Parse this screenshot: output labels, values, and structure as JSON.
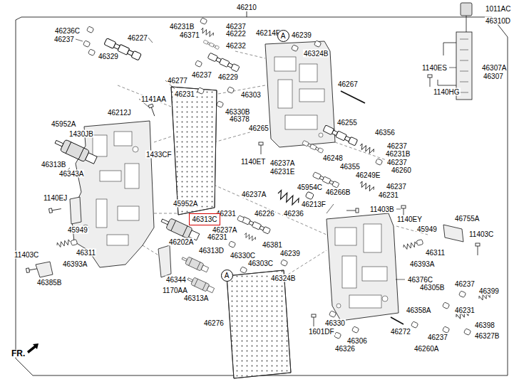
{
  "diagram": {
    "nodes": [
      {
        "text": [
          "A"
        ]
      },
      {
        "text": [
          "46313C"
        ]
      },
      {
        "text": [
          "A"
        ]
      }
    ],
    "labels": [
      "46210",
      "1011AC",
      "46310D",
      "46236C",
      "46237",
      "46227",
      "46329",
      "46231B",
      "46237",
      "46371",
      "46222",
      "46214F",
      "46239",
      "46324B",
      "46232",
      "46237",
      "46229",
      "46307A",
      "46307",
      "1140ES",
      "1140HG",
      "46277",
      "46231",
      "46303",
      "1141AA",
      "46267",
      "46212J",
      "46330B",
      "46378",
      "46265",
      "46255",
      "46356",
      "45952A",
      "1430JB",
      "46237",
      "46231B",
      "46248",
      "46355",
      "46237",
      "46260",
      "46249E",
      "1433CF",
      "1140ET",
      "46237A",
      "46231E",
      "46313B",
      "46343A",
      "46237",
      "46266B",
      "46231",
      "46237A",
      "45954C",
      "1140EJ",
      "45952A",
      "46213F",
      "11403B",
      "46231",
      "46226",
      "46236",
      "1140EY",
      "46755A",
      "46237A",
      "45949",
      "45949",
      "11403C",
      "46202A",
      "46231",
      "46381",
      "46313D",
      "46330C",
      "46239",
      "46311",
      "46311",
      "46303C",
      "11403C",
      "46393A",
      "46393A",
      "46344",
      "1170AA",
      "46313A",
      "46324B",
      "46376C",
      "46305B",
      "46237",
      "46399",
      "46385B",
      "46358A",
      "46231",
      "46276",
      "46330",
      "1601DF",
      "46306",
      "46326",
      "46272",
      "46237",
      "46398",
      "46327B",
      "46260A",
      "FR."
    ]
  }
}
